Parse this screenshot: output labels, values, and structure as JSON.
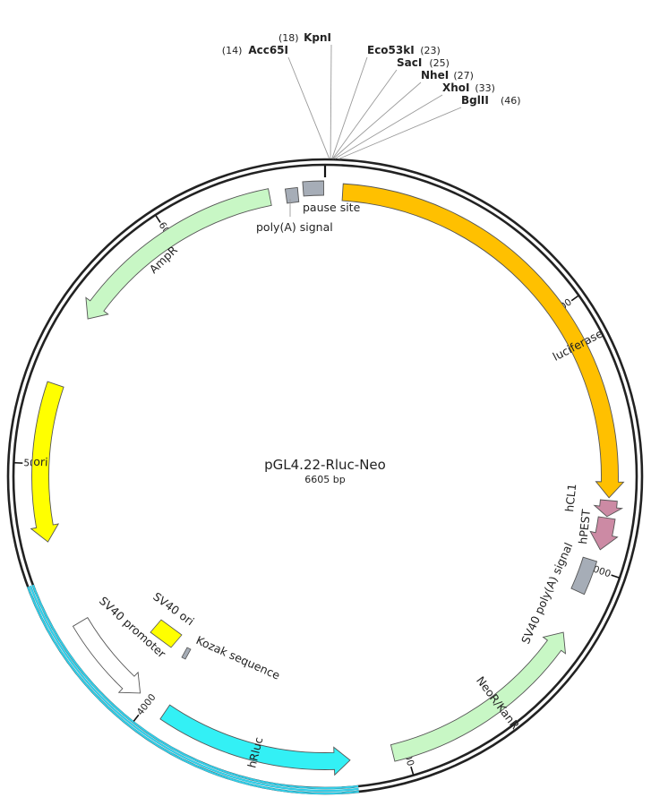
{
  "plasmid": {
    "name": "pGL4.22-Rluc-Neo",
    "size_label": "6605 bp",
    "length": 6605
  },
  "ticks": [
    {
      "pos": 1000,
      "label": "1000"
    },
    {
      "pos": 2000,
      "label": "2000"
    },
    {
      "pos": 3000,
      "label": "3000"
    },
    {
      "pos": 4000,
      "label": "4000"
    },
    {
      "pos": 5000,
      "label": "5000"
    },
    {
      "pos": 6000,
      "label": "6000"
    }
  ],
  "sites": [
    {
      "name": "Acc65I",
      "pos_label": "(14)",
      "pos": 14,
      "side": "left"
    },
    {
      "name": "KpnI",
      "pos_label": "(18)",
      "pos": 18,
      "side": "left"
    },
    {
      "name": "Eco53kI",
      "pos_label": "(23)",
      "pos": 23,
      "side": "right"
    },
    {
      "name": "SacI",
      "pos_label": "(25)",
      "pos": 25,
      "side": "right"
    },
    {
      "name": "NheI",
      "pos_label": "(27)",
      "pos": 27,
      "side": "right"
    },
    {
      "name": "XhoI",
      "pos_label": "(33)",
      "pos": 33,
      "side": "right"
    },
    {
      "name": "BglII",
      "pos_label": "(46)",
      "pos": 46,
      "side": "right"
    }
  ],
  "features": [
    {
      "name": "luciferase",
      "start": 65,
      "end": 1730,
      "dir": "cw",
      "shape": "arrow",
      "color": "#FFC000"
    },
    {
      "name": "hCL1",
      "start": 1740,
      "end": 1800,
      "dir": "cw",
      "shape": "arrow",
      "color": "#CC8AA4"
    },
    {
      "name": "hPEST",
      "start": 1805,
      "end": 1925,
      "dir": "cw",
      "shape": "arrow",
      "color": "#CC8AA4"
    },
    {
      "name": "SV40 poly(A) signal",
      "start": 1970,
      "end": 2100,
      "dir": "none",
      "shape": "box",
      "color": "#A6ADB7"
    },
    {
      "name": "NeoR/KanR",
      "start": 2260,
      "end": 3050,
      "dir": "ccw",
      "shape": "arrow",
      "color": "#C8F7C5"
    },
    {
      "name": "hRluc",
      "start": 3210,
      "end": 3930,
      "dir": "ccw",
      "shape": "arrow",
      "color": "#33F0F5"
    },
    {
      "name": "SV40 promoter",
      "start": 4045,
      "end": 4390,
      "dir": "ccw",
      "shape": "arrow",
      "color": "#FFFFFF"
    },
    {
      "name": "ori",
      "start": 4710,
      "end": 5300,
      "dir": "ccw",
      "shape": "arrow",
      "color": "#FFFF00"
    },
    {
      "name": "AmpR",
      "start": 5570,
      "end": 6400,
      "dir": "ccw",
      "shape": "arrow",
      "color": "#C8F7C5"
    },
    {
      "name": "poly(A) signal",
      "start": 6460,
      "end": 6505,
      "dir": "none",
      "shape": "box",
      "color": "#A6ADB7"
    },
    {
      "name": "pause site",
      "start": 6525,
      "end": 6600,
      "dir": "none",
      "shape": "box",
      "color": "#A6ADB7"
    }
  ],
  "inner_features": [
    {
      "name": "SV40 ori",
      "color": "#FFFF00"
    },
    {
      "name": "Kozak sequence",
      "color": "#A6ADB7"
    }
  ],
  "highlight": {
    "start": 3190,
    "end": 4580,
    "color": "#33CCE6"
  },
  "colors": {
    "backbone": "#222222",
    "label_line": "#9a9a9a"
  }
}
